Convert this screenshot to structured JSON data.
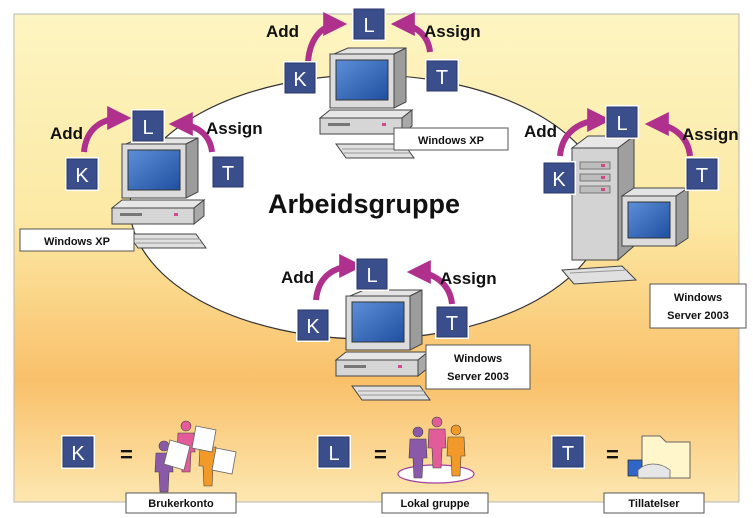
{
  "title": "Arbeidsgruppe",
  "letters": {
    "k": "K",
    "l": "L",
    "t": "T"
  },
  "ops": {
    "add": "Add",
    "assign": "Assign"
  },
  "computers": {
    "top": "Windows XP",
    "left": "Windows XP",
    "right_line1": "Windows",
    "right_line2": "Server 2003",
    "bottom_line1": "Windows",
    "bottom_line2": "Server 2003"
  },
  "legend": {
    "equals": "=",
    "k_label": "Brukerkonto",
    "l_label": "Lokal gruppe",
    "t_label": "Tillatelser"
  },
  "colors": {
    "letter_box": "#3a4e8c",
    "arrow": "#b0308e",
    "band_light": "#fdf5c4",
    "band_orange": "#f9c370"
  }
}
